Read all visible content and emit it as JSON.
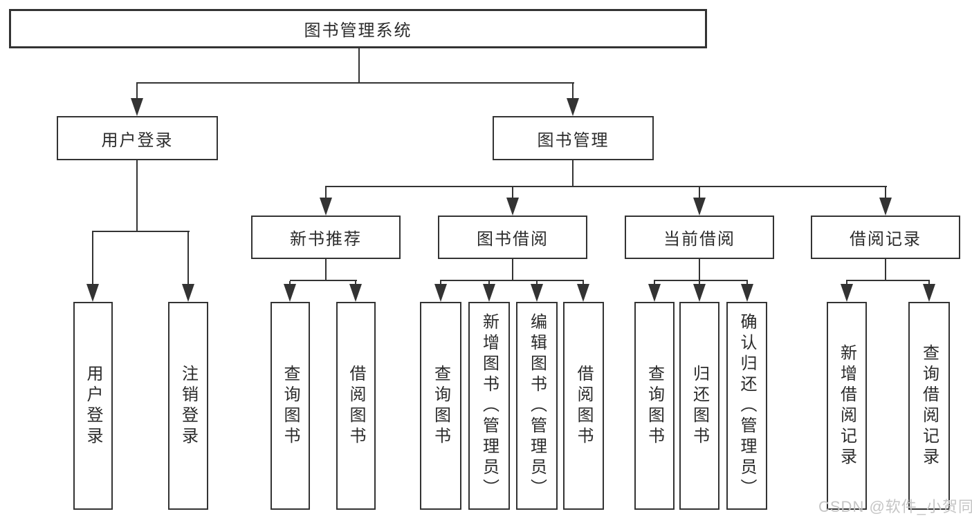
{
  "diagram": {
    "root": {
      "label": "图书管理系统"
    },
    "branches": [
      {
        "label": "用户登录",
        "children": [
          {
            "label": "用户登录"
          },
          {
            "label": "注销登录"
          }
        ]
      },
      {
        "label": "图书管理",
        "children": [
          {
            "label": "新书推荐",
            "children": [
              {
                "label": "查询图书"
              },
              {
                "label": "借阅图书"
              }
            ]
          },
          {
            "label": "图书借阅",
            "children": [
              {
                "label": "查询图书"
              },
              {
                "label": "新增图书（管理员）"
              },
              {
                "label": "编辑图书（管理员）"
              },
              {
                "label": "借阅图书"
              }
            ]
          },
          {
            "label": "当前借阅",
            "children": [
              {
                "label": "查询图书"
              },
              {
                "label": "归还图书"
              },
              {
                "label": "确认归还（管理员）"
              }
            ]
          },
          {
            "label": "借阅记录",
            "children": [
              {
                "label": "新增借阅记录"
              },
              {
                "label": "查询借阅记录"
              }
            ]
          }
        ]
      }
    ]
  },
  "watermark": {
    "text": "CSDN @软件_小贺同学"
  },
  "colors": {
    "line": "#333333",
    "text": "#2b2b2b",
    "background": "#ffffff",
    "watermark": "#c5c5c5"
  }
}
